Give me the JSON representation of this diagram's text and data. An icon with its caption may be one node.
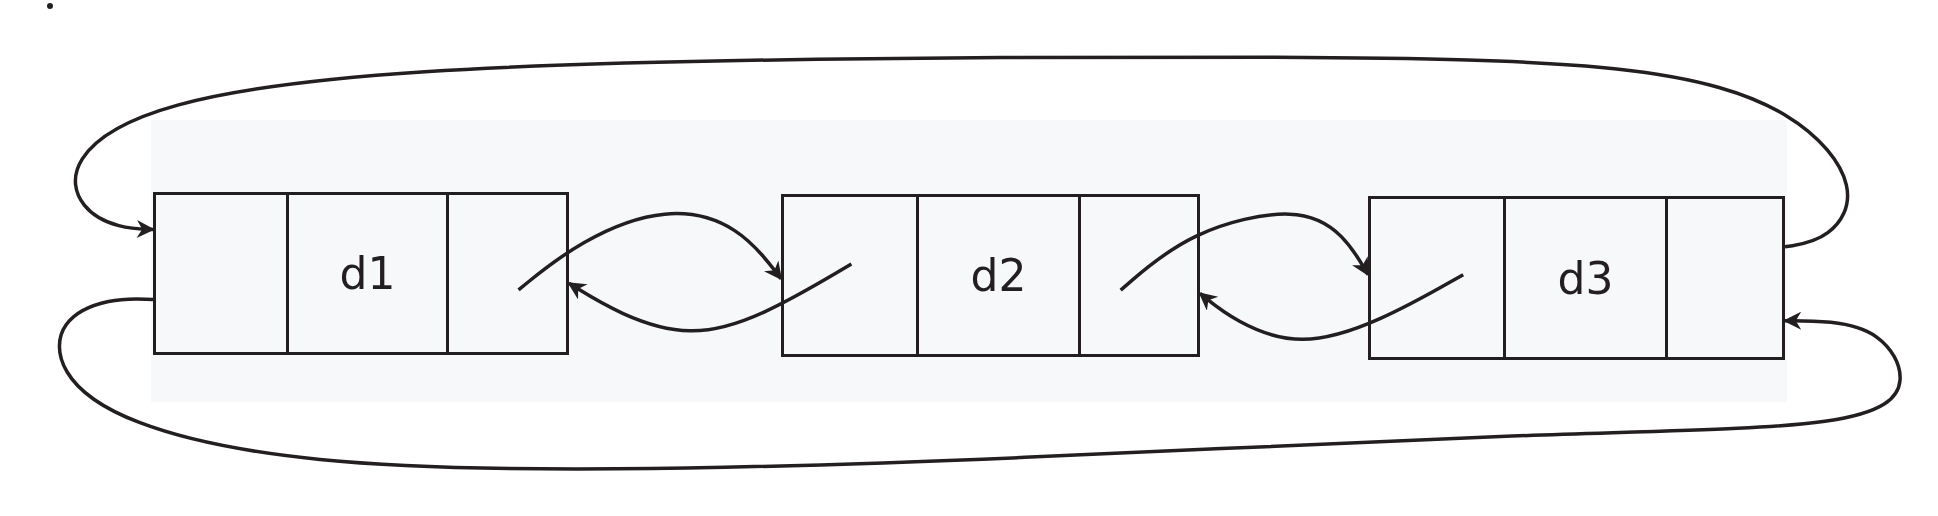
{
  "diagram": {
    "nodes": [
      {
        "text": [],
        "shape": "box"
      },
      {
        "text": [
          "d1"
        ]
      },
      {
        "text": [],
        "shape": "box"
      },
      {
        "text": [],
        "shape": "box"
      },
      {
        "text": [
          "d2"
        ]
      },
      {
        "text": [],
        "shape": "box"
      },
      {
        "text": [],
        "shape": "box"
      },
      {
        "text": [
          "d3"
        ]
      },
      {
        "text": [],
        "shape": "box"
      }
    ],
    "edges": [
      {
        "from": 2,
        "to": 3,
        "arrow": "to"
      },
      {
        "from": 3,
        "to": 2,
        "arrow": "to"
      },
      {
        "from": 5,
        "to": 6,
        "arrow": "to"
      },
      {
        "from": 6,
        "to": 5,
        "arrow": "to"
      },
      {
        "from": 8,
        "to": 0,
        "arrow": "to"
      },
      {
        "from": 0,
        "to": 8,
        "arrow": "to"
      }
    ]
  }
}
